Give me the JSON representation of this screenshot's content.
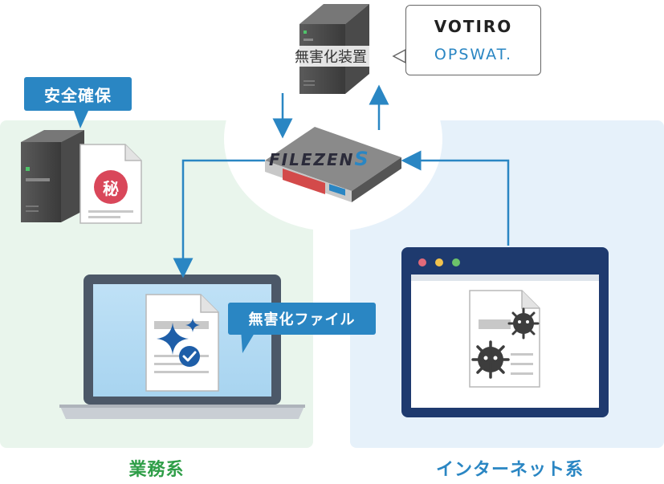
{
  "labels": {
    "safety": "安全確保",
    "secret": "秘",
    "device": "無害化装置",
    "harmless_file": "無害化ファイル",
    "filezen": "FILEZEN",
    "filezen_s": "S",
    "zone_business": "業務系",
    "zone_internet": "インターネット系"
  },
  "vendors": {
    "votiro": "VOTIRO",
    "opswat": "OPSWAT."
  },
  "colors": {
    "business_zone": "#e9f5ec",
    "internet_zone": "#e6f1fa",
    "arrow": "#2a86c3",
    "callout": "#2a86c3",
    "business_text": "#2f9e48",
    "internet_text": "#2a86c3",
    "secret_badge": "#d9475a",
    "browser_frame": "#1e3a6e"
  },
  "icons": {
    "server": "server-icon",
    "document": "document-icon",
    "laptop": "laptop-icon",
    "browser": "browser-window-icon",
    "virus": "virus-icon",
    "sparkle_check": "sparkle-check-icon",
    "appliance": "filezen-appliance-icon"
  }
}
